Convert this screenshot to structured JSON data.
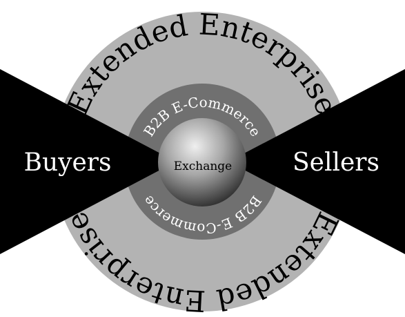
{
  "diagram": {
    "outer_ring_text_top": "Extended Enterprise",
    "outer_ring_text_bottom": "Extended Enterprise",
    "inner_ring_text_top": "B2B E-Commerce",
    "inner_ring_text_bottom": "B2B E-Commerce",
    "left_label": "Buyers",
    "right_label": "Sellers",
    "center_label": "Exchange"
  },
  "colors": {
    "background": "#ffffff",
    "outer_ring": "#b3b3b3",
    "inner_ring": "#707070",
    "wedges": "#000000",
    "sphere_light": "#e8e8e8",
    "sphere_dark": "#2a2a2a"
  }
}
